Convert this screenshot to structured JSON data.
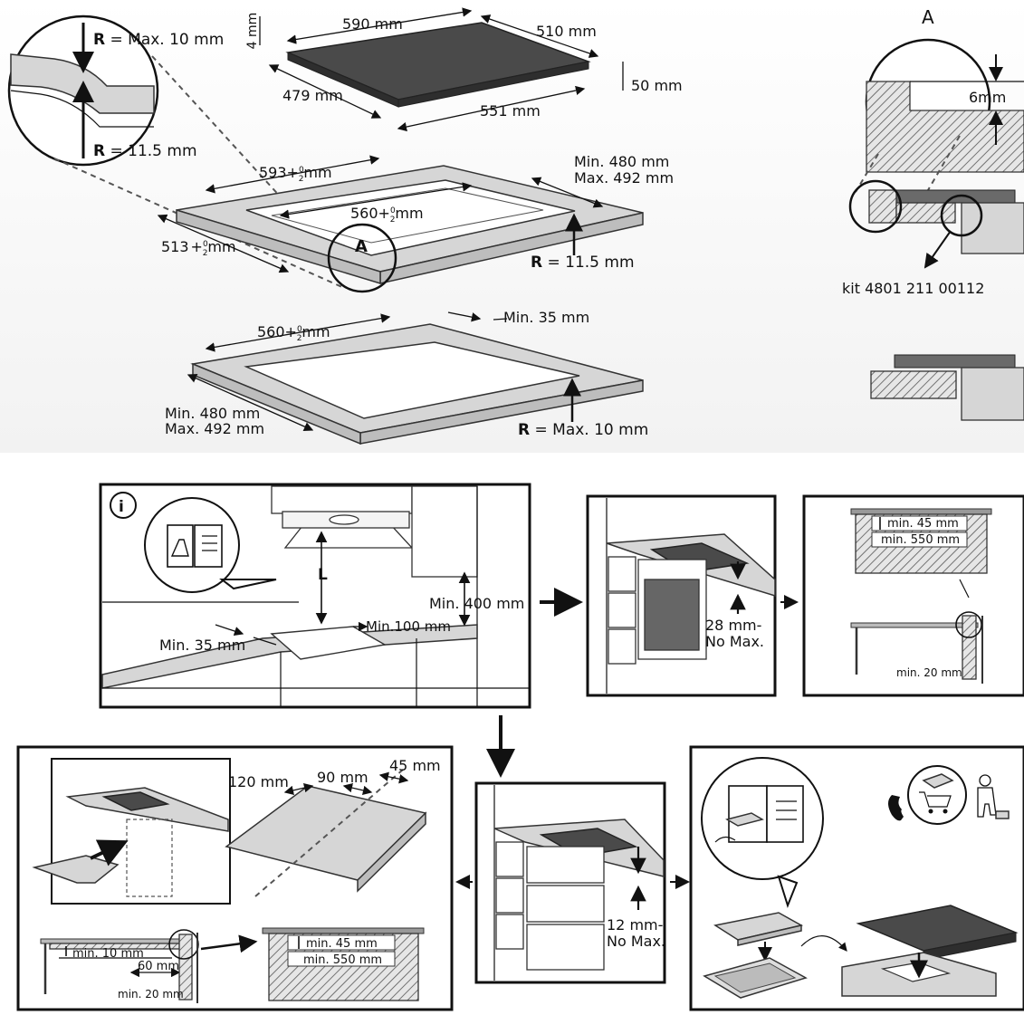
{
  "top": {
    "radius_callout": {
      "r_label": "R",
      "max": "= Max. 10 mm",
      "min": "= 11.5 mm"
    },
    "hob": {
      "width": "590 mm",
      "depth": "510 mm",
      "thickness": "4 mm",
      "height": "50 mm",
      "inner_depth": "479 mm",
      "inner_width": "551 mm"
    },
    "cutout1": {
      "outer_width": "593",
      "outer_tol": "+",
      "outer_tol_hi": "2",
      "outer_tol_lo": "0",
      "outer_unit": "mm",
      "inner_width": "560",
      "inner_tol": "+",
      "inner_tol_hi": "2",
      "inner_tol_lo": "0",
      "inner_unit": "mm",
      "depth": "513",
      "depth_tol": "+",
      "depth_tol_hi": "2",
      "depth_tol_lo": "0",
      "depth_unit": "mm",
      "min_depth": "Min. 480 mm",
      "max_depth": "Max. 492 mm",
      "r_label": "R",
      "radius": "= 11.5 mm",
      "detail_marker": "A"
    },
    "cutout2": {
      "width": "560",
      "tol": "+",
      "tol_hi": "2",
      "tol_lo": "0",
      "unit": "mm",
      "min_edge": "Min. 35 mm",
      "min_depth": "Min. 480 mm",
      "max_depth": "Max. 492 mm",
      "r_label": "R",
      "radius": "= Max. 10 mm"
    },
    "detail_a": {
      "title": "A",
      "recess": "6mm",
      "kit": "kit 4801 211 00112"
    }
  },
  "bottom": {
    "main_panel": {
      "info": "i",
      "hood_label": "L",
      "min_hood": "Min. 400 mm",
      "min_side": "Min.100 mm",
      "min_front": "Min. 35 mm"
    },
    "oven_panel": {
      "min": "28 mm-",
      "max": "No Max."
    },
    "section_panel": {
      "min_gap": "min. 45 mm",
      "min_width": "min. 550 mm",
      "min_wall": "min. 20 mm"
    },
    "drawer_panel": {
      "min": "12 mm-",
      "max": "No Max."
    },
    "left_panel": {
      "cut_a": "120 mm",
      "cut_b": "90 mm",
      "cut_c": "45 mm",
      "min_gap": "min. 10 mm",
      "gap": "60 mm",
      "min_wall": "min. 20 mm",
      "min_gap2": "min. 45 mm",
      "min_width": "min. 550 mm"
    },
    "right_panel": {}
  }
}
